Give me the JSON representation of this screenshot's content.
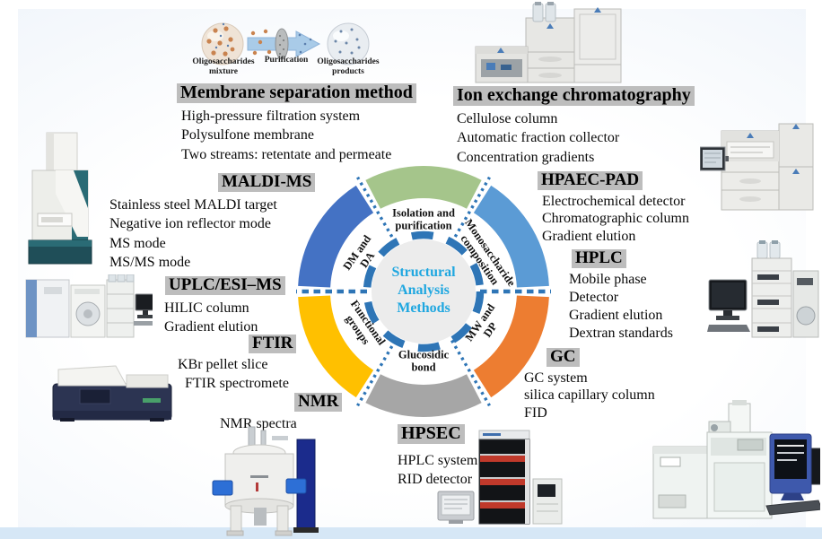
{
  "flow": {
    "mixture_lines": [
      "Oligosaccharides",
      "mixture"
    ],
    "purification_label": "Purification",
    "products_lines": [
      "Oligosaccharides",
      "products"
    ]
  },
  "sections": [
    {
      "id": "membrane-separation",
      "heading": "Membrane separation method",
      "items": [
        "High-pressure filtration system",
        "Polysulfone membrane",
        "Two streams: retentate and permeate"
      ]
    },
    {
      "id": "ion-exchange",
      "heading": "Ion exchange chromatography",
      "items": [
        "Cellulose column",
        "Automatic fraction collector",
        "Concentration gradients"
      ]
    },
    {
      "id": "maldi-ms",
      "heading": "MALDI-MS",
      "items": [
        "Stainless steel MALDI target",
        "Negative ion reflector mode",
        "MS mode",
        "MS/MS mode"
      ]
    },
    {
      "id": "uplc-esi-ms",
      "heading": "UPLC/ESI–MS",
      "items": [
        "HILIC column",
        "Gradient elution"
      ]
    },
    {
      "id": "ftir",
      "heading": "FTIR",
      "items": [
        "KBr pellet slice",
        "FTIR spectromete"
      ]
    },
    {
      "id": "nmr",
      "heading": "NMR",
      "items": [
        "NMR spectra"
      ]
    },
    {
      "id": "hpaec-pad",
      "heading": "HPAEC-PAD",
      "items": [
        "Electrochemical detector",
        "Chromatographic column",
        "Gradient elution"
      ]
    },
    {
      "id": "hplc",
      "heading": "HPLC",
      "items": [
        "Mobile phase",
        "Detector",
        "Gradient elution",
        "Dextran standards"
      ]
    },
    {
      "id": "gc",
      "heading": "GC",
      "items": [
        "GC system",
        "silica capillary column",
        "FID"
      ]
    },
    {
      "id": "hpsec",
      "heading": "HPSEC",
      "items": [
        "HPLC system",
        "RID detector"
      ]
    }
  ],
  "chart_data": {
    "type": "pie",
    "subtype": "donut-method-wheel",
    "title": "Structural Analysis Methods",
    "center_lines": [
      "Structural",
      "Analysis",
      "Methods"
    ],
    "center_color": "#1FA7E0",
    "center_fill": "#ECECEC",
    "accent": "#2E75B6",
    "segments": [
      {
        "id": "isolation-purification",
        "label": "Isolation and purification",
        "lines": [
          "Isolation and",
          "purification"
        ],
        "color": "#A5C58B",
        "start": -30,
        "end": 30
      },
      {
        "id": "monosaccharide-composition",
        "label": "Monosaccharide composition",
        "lines": [
          "Monosaccharide",
          "composition"
        ],
        "color": "#5B9BD5",
        "start": 30,
        "end": 90
      },
      {
        "id": "mw-dp",
        "label": "MW and DP",
        "lines": [
          "MW and",
          "DP"
        ],
        "color": "#ED7D31",
        "start": 90,
        "end": 150
      },
      {
        "id": "glucosidic-bond",
        "label": "Glucosidic bond",
        "lines": [
          "Glucosidic",
          "bond"
        ],
        "color": "#A6A6A6",
        "start": 150,
        "end": 210
      },
      {
        "id": "functional-groups",
        "label": "Functional groups",
        "lines": [
          "Functional",
          "groups"
        ],
        "color": "#FFC000",
        "start": 210,
        "end": 270
      },
      {
        "id": "dm-da",
        "label": "DM and DA",
        "lines": [
          "DM and",
          "DA"
        ],
        "color": "#4472C4",
        "start": 270,
        "end": 330
      }
    ],
    "separators": {
      "diagonal_angles": [
        30,
        150,
        210,
        330
      ],
      "horizontal_angles": [
        90,
        270
      ]
    }
  },
  "equipment_icons": [
    "oligosaccharide-purification-flow",
    "ion-exchange-chromatography-system",
    "hpaec-pad-instrument",
    "hplc-system",
    "gc-system",
    "hpsec-system",
    "nmr-spectrometer",
    "ftir-spectrometer",
    "uplc-esi-ms-system",
    "maldi-ms-instrument"
  ],
  "styles": {
    "heading_bg": "#BDBDBD",
    "panel_tint": "#DDE8F5",
    "bottom_bar": "#D6E7F6",
    "page_bg": "#FFFFFF"
  }
}
